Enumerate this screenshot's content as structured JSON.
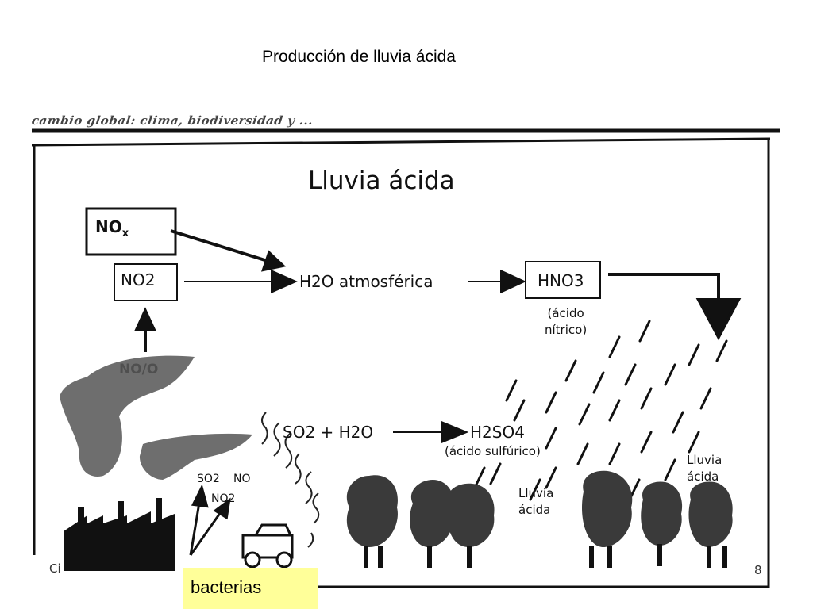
{
  "slide": {
    "title": "Producción de lluvia ácida"
  },
  "scan": {
    "caption_fragment": "cambio global: clima, biodiversidad y ..."
  },
  "diagram": {
    "title": "Lluvia ácida",
    "nox_base": "NO",
    "nox_sub": "x",
    "no2": "NO2",
    "h2o_atm": "H2O atmosférica",
    "hno3": "HNO3",
    "nitric_line1": "(ácido",
    "nitric_line2": "nítrico)",
    "so2_h2o": "SO2 + H2O",
    "h2so4": "H2SO4",
    "sulfuric": "(ácido sulfúrico)",
    "rain_right_line1": "Lluvia",
    "rain_right_line2": "ácida",
    "rain_mid_line1": "Lluvia",
    "rain_mid_line2": "ácida",
    "smoke_so2": "SO2",
    "smoke_no": "NO",
    "smoke_no2": "NO2",
    "cloud_label": "NO/O",
    "footer_left": "Ci",
    "page_number": "8"
  },
  "callout": {
    "label": "bacterias",
    "color": "#ffff99"
  }
}
